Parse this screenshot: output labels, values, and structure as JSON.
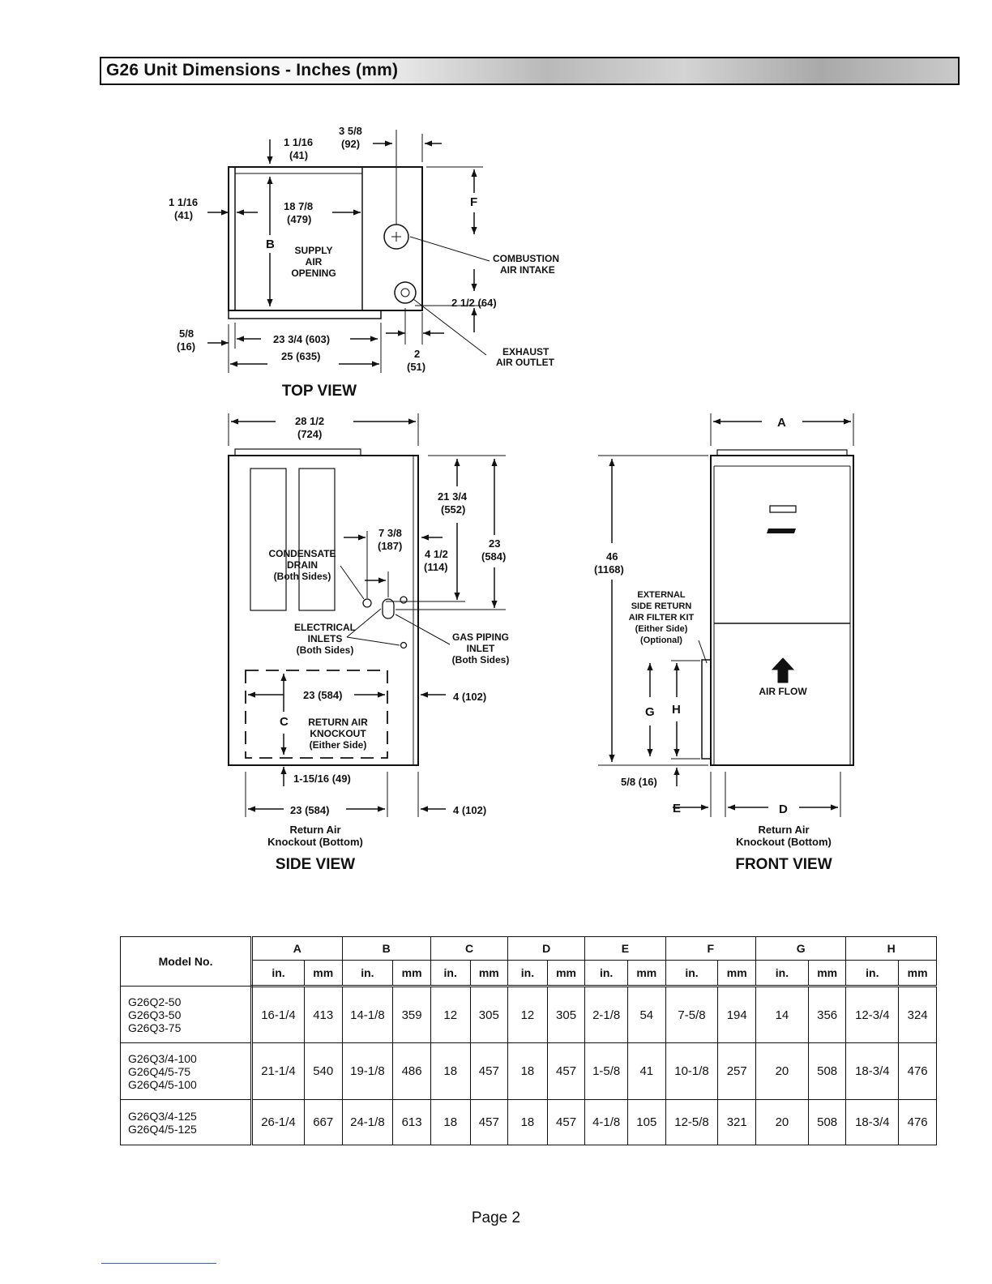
{
  "page_title": "G26 Unit Dimensions - Inches (mm)",
  "page_number": "Page 2",
  "top_view": {
    "view_label": "TOP VIEW",
    "d_top_left_in": "1 1/16",
    "d_top_left_mm": "(41)",
    "d_top_right_in": "3 5/8",
    "d_top_right_mm": "(92)",
    "d_left_in": "1 1/16",
    "d_left_mm": "(41)",
    "d_width_in": "18 7/8",
    "d_width_mm": "(479)",
    "dim_b": "B",
    "opening_1": "SUPPLY",
    "opening_2": "AIR",
    "opening_3": "OPENING",
    "dim_f": "F",
    "combustion_1": "COMBUSTION",
    "combustion_2": "AIR INTAKE",
    "d_half": "2 1/2 (64)",
    "exhaust_1": "EXHAUST",
    "exhaust_2": "AIR OUTLET",
    "d_58_in": "5/8",
    "d_58_mm": "(16)",
    "d_2334": "23 3/4 (603)",
    "d_25": "25 (635)",
    "d_2_in": "2",
    "d_2_mm": "(51)"
  },
  "side_view": {
    "view_label": "SIDE VIEW",
    "d_depth_in": "28 1/2",
    "d_depth_mm": "(724)",
    "d_2134_in": "21 3/4",
    "d_2134_mm": "(552)",
    "d_738_in": "7 3/8",
    "d_738_mm": "(187)",
    "d_412_in": "4 1/2",
    "d_412_mm": "(114)",
    "d_23_in": "23",
    "d_23_mm": "(584)",
    "condensate_1": "CONDENSATE",
    "condensate_2": "DRAIN",
    "condensate_3": "(Both Sides)",
    "electrical_1": "ELECTRICAL",
    "electrical_2": "INLETS",
    "electrical_3": "(Both Sides)",
    "gas_1": "GAS PIPING",
    "gas_2": "INLET",
    "gas_3": "(Both Sides)",
    "d_23_584": "23 (584)",
    "dim_c": "C",
    "return_1": "RETURN AIR",
    "return_2": "KNOCKOUT",
    "return_3": "(Either Side)",
    "d_4_102_a": "4 (102)",
    "d_11516": "1-15/16 (49)",
    "d_23_584_b": "23 (584)",
    "d_4_102_b": "4 (102)",
    "bottom_1": "Return Air",
    "bottom_2": "Knockout (Bottom)"
  },
  "front_view": {
    "view_label": "FRONT VIEW",
    "dim_a": "A",
    "d_46_in": "46",
    "d_46_mm": "(1168)",
    "filter_1": "EXTERNAL",
    "filter_2": "SIDE RETURN",
    "filter_3": "AIR FILTER KIT",
    "filter_4": "(Either Side)",
    "filter_5": "(Optional)",
    "airflow": "AIR FLOW",
    "dim_g": "G",
    "dim_h": "H",
    "d_58_16": "5/8 (16)",
    "dim_e": "E",
    "dim_d": "D",
    "bottom_1": "Return Air",
    "bottom_2": "Knockout (Bottom)"
  },
  "table": {
    "model_header": "Model No.",
    "groups": [
      "A",
      "B",
      "C",
      "D",
      "E",
      "F",
      "G",
      "H"
    ],
    "unit_in": "in.",
    "unit_mm": "mm",
    "rows": [
      {
        "models": [
          "G26Q2-50",
          "G26Q3-50",
          "G26Q3-75"
        ],
        "values": [
          "16-1/4",
          "413",
          "14-1/8",
          "359",
          "12",
          "305",
          "12",
          "305",
          "2-1/8",
          "54",
          "7-5/8",
          "194",
          "14",
          "356",
          "12-3/4",
          "324"
        ]
      },
      {
        "models": [
          "G26Q3/4-100",
          "G26Q4/5-75",
          "G26Q4/5-100"
        ],
        "values": [
          "21-1/4",
          "540",
          "19-1/8",
          "486",
          "18",
          "457",
          "18",
          "457",
          "1-5/8",
          "41",
          "10-1/8",
          "257",
          "20",
          "508",
          "18-3/4",
          "476"
        ]
      },
      {
        "models": [
          "G26Q3/4-125",
          "G26Q4/5-125"
        ],
        "values": [
          "26-1/4",
          "667",
          "24-1/8",
          "613",
          "18",
          "457",
          "18",
          "457",
          "4-1/8",
          "105",
          "12-5/8",
          "321",
          "20",
          "508",
          "18-3/4",
          "476"
        ]
      }
    ]
  }
}
